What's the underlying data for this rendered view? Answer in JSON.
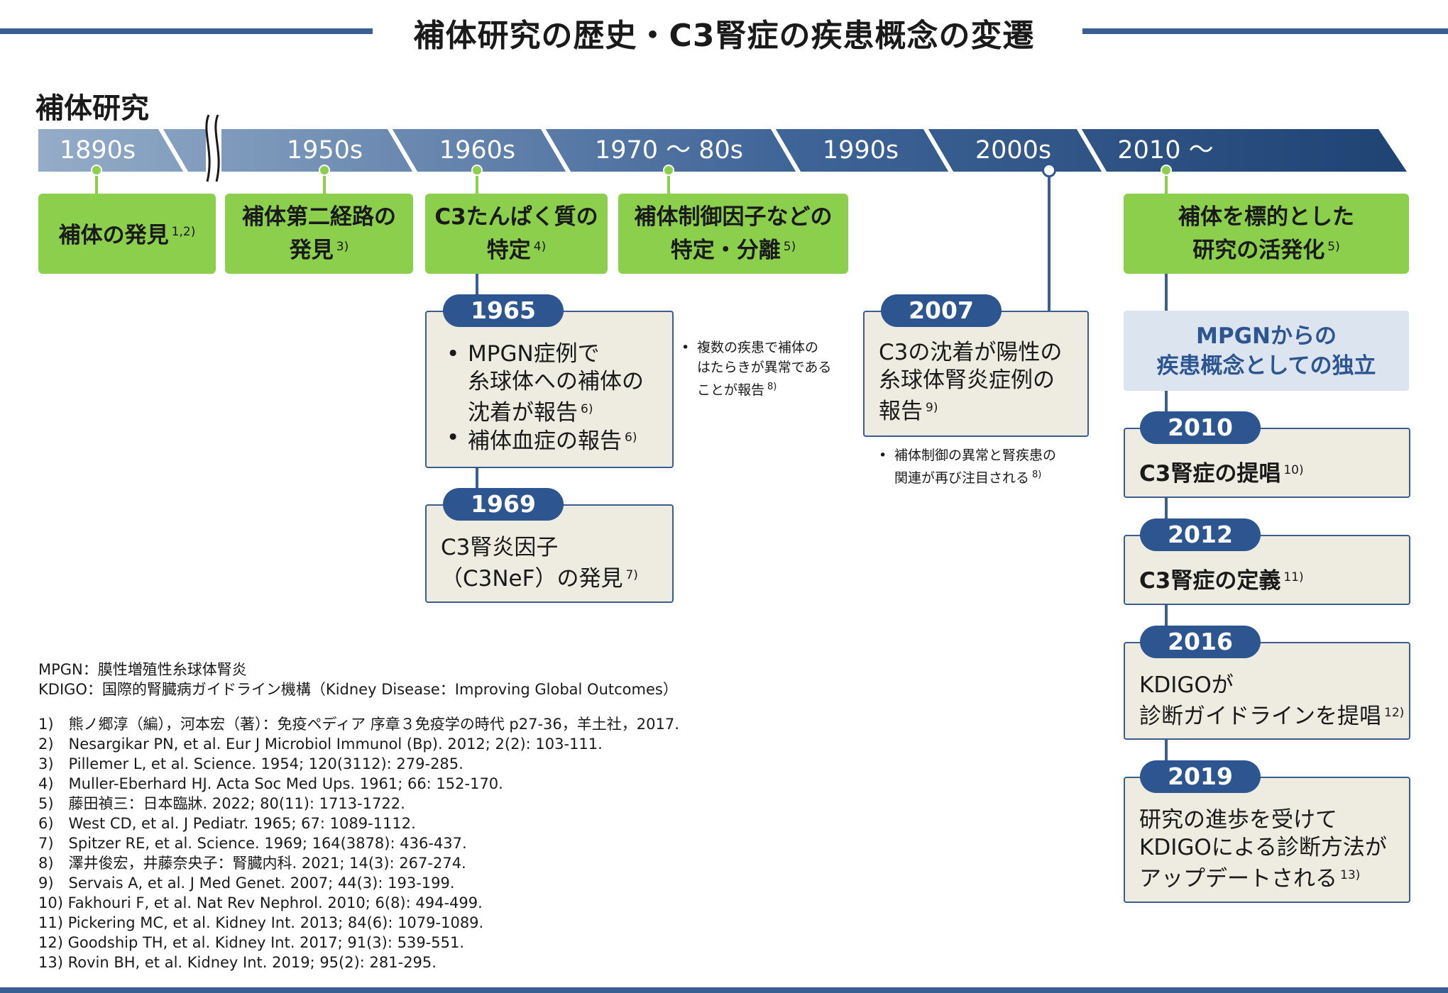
{
  "title": "補体研究の歴史・C3腎症の疾患概念の変遷",
  "section_title": "補体研究",
  "timeline": {
    "eras": [
      "1890s",
      "1950s",
      "1960s",
      "1970 ～ 80s",
      "1990s",
      "2000s",
      "2010 ～"
    ]
  },
  "milestones": {
    "m1": {
      "text": "補体の発見",
      "ref": "1,2)"
    },
    "m2": {
      "line1": "補体第二経路の",
      "line2": "発見",
      "ref": "3)"
    },
    "m3": {
      "line1": "C3たんぱく質の",
      "line2": "特定",
      "ref": "4)"
    },
    "m4": {
      "line1": "補体制御因子などの",
      "line2": "特定・分離",
      "ref": "5)"
    },
    "m5": {
      "line1": "補体を標的とした",
      "line2": "研究の活発化",
      "ref": "5)"
    }
  },
  "events": {
    "e1965": {
      "year": "1965",
      "b1_l1": "MPGN症例で",
      "b1_l2": "糸球体への補体の",
      "b1_l3": "沈着が報告",
      "b1_ref": "6)",
      "b2": "補体血症の報告",
      "b2_ref": "6)"
    },
    "e1969": {
      "year": "1969",
      "l1": "C3腎炎因子",
      "l2": "（C3NeF）の発見",
      "ref": "7)"
    },
    "e2007": {
      "year": "2007",
      "l1": "C3の沈着が陽性の",
      "l2": "糸球体腎炎症例の",
      "l3": "報告",
      "ref": "9)"
    },
    "independence": {
      "l1": "MPGNからの",
      "l2": "疾患概念としての独立"
    },
    "e2010": {
      "year": "2010",
      "text": "C3腎症の提唱",
      "ref": "10)"
    },
    "e2012": {
      "year": "2012",
      "text": "C3腎症の定義",
      "ref": "11)"
    },
    "e2016": {
      "year": "2016",
      "l1": "KDIGOが",
      "l2": "診断ガイドラインを提唱",
      "ref": "12)"
    },
    "e2019": {
      "year": "2019",
      "l1": "研究の進歩を受けて",
      "l2": "KDIGOによる診断方法が",
      "l3": "アップデートされる",
      "ref": "13)"
    }
  },
  "notes": {
    "n1_l1": "複数の疾患で補体の",
    "n1_l2": "はたらきが異常である",
    "n1_l3": "ことが報告",
    "n1_ref": "8)",
    "n2_l1": "補体制御の異常と腎疾患の",
    "n2_l2": "関連が再び注目される",
    "n2_ref": "8)"
  },
  "abbreviations": [
    "MPGN：膜性増殖性糸球体腎炎",
    "KDIGO：国際的腎臓病ガイドライン機構（Kidney Disease：Improving Global Outcomes）"
  ],
  "references": [
    "1)　熊ノ郷淳（編），河本宏（著）：免疫ペディア 序章３免疫学の時代 p27-36，羊土社，2017.",
    "2)　Nesargikar PN, et al. Eur J Microbiol Immunol (Bp). 2012; 2(2): 103-111.",
    "3)　Pillemer L, et al. Science. 1954; 120(3112): 279-285.",
    "4)　Muller-Eberhard HJ. Acta Soc Med Ups. 1961; 66: 152-170.",
    "5)　藤田禎三：日本臨牀. 2022; 80(11): 1713-1722.",
    "6)　West CD, et al. J Pediatr. 1965; 67: 1089-1112.",
    "7)　Spitzer RE, et al. Science. 1969; 164(3878): 436-437.",
    "8)　澤井俊宏，井藤奈央子：腎臓内科. 2021; 14(3): 267-274.",
    "9)　Servais A, et al. J Med Genet. 2007; 44(3): 193-199.",
    "10) Fakhouri F, et al. Nat Rev Nephrol. 2010; 6(8): 494-499.",
    "11) Pickering MC, et al. Kidney Int. 2013; 84(6): 1079-1089.",
    "12) Goodship TH, et al. Kidney Int. 2017; 91(3): 539-551.",
    "13) Rovin BH, et al. Kidney Int. 2019; 95(2): 281-295."
  ]
}
